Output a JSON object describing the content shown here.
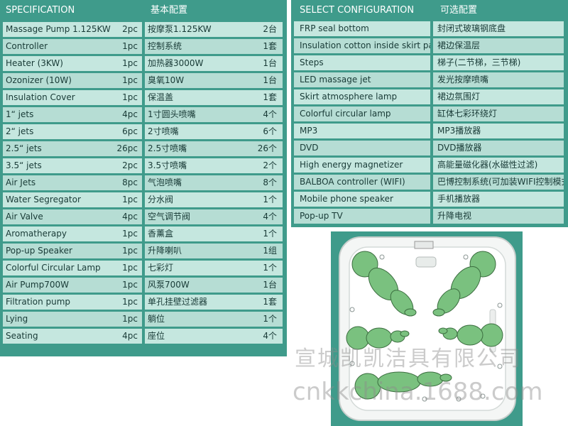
{
  "spec": {
    "header_en": "SPECIFICATION",
    "header_cn": "基本配置",
    "rows": [
      {
        "name": "Massage Pump 1.125KW",
        "qty": "2pc",
        "cn": "按摩泵1.125KW",
        "cn_qty": "2台"
      },
      {
        "name": "Controller",
        "qty": "1pc",
        "cn": "控制系统",
        "cn_qty": "1套"
      },
      {
        "name": "Heater (3KW)",
        "qty": "1pc",
        "cn": "加热器3000W",
        "cn_qty": "1台"
      },
      {
        "name": "Ozonizer (10W)",
        "qty": "1pc",
        "cn": "臭氧10W",
        "cn_qty": "1台"
      },
      {
        "name": "Insulation Cover",
        "qty": "1pc",
        "cn": "保温盖",
        "cn_qty": "1套"
      },
      {
        "name": "1“ jets",
        "qty": "4pc",
        "cn": "1寸圆头喷嘴",
        "cn_qty": "4个"
      },
      {
        "name": "2“ jets",
        "qty": "6pc",
        "cn": "2寸喷嘴",
        "cn_qty": "6个"
      },
      {
        "name": "2.5“ jets",
        "qty": "26pc",
        "cn": "2.5寸喷嘴",
        "cn_qty": "26个"
      },
      {
        "name": "3.5“ jets",
        "qty": "2pc",
        "cn": "3.5寸喷嘴",
        "cn_qty": "2个"
      },
      {
        "name": "Air Jets",
        "qty": "8pc",
        "cn": "气泡喷嘴",
        "cn_qty": "8个"
      },
      {
        "name": "Water Segregator",
        "qty": "1pc",
        "cn": "分水阀",
        "cn_qty": "1个"
      },
      {
        "name": "Air Valve",
        "qty": "4pc",
        "cn": "空气调节阀",
        "cn_qty": "4个"
      },
      {
        "name": "Aromatherapy",
        "qty": "1pc",
        "cn": "香薰盒",
        "cn_qty": "1个"
      },
      {
        "name": "Pop-up Speaker",
        "qty": "1pc",
        "cn": "升降喇叭",
        "cn_qty": "1组"
      },
      {
        "name": "Colorful Circular Lamp",
        "qty": "1pc",
        "cn": "七彩灯",
        "cn_qty": "1个"
      },
      {
        "name": "Air Pump700W",
        "qty": "1pc",
        "cn": "风泵700W",
        "cn_qty": "1台"
      },
      {
        "name": "Filtration pump",
        "qty": "1pc",
        "cn": "单孔挂壁过滤器",
        "cn_qty": "1套"
      },
      {
        "name": "Lying",
        "qty": "1pc",
        "cn": "躺位",
        "cn_qty": "1个"
      },
      {
        "name": "Seating",
        "qty": "4pc",
        "cn": "座位",
        "cn_qty": "4个"
      }
    ]
  },
  "config": {
    "header_en": "SELECT CONFIGURATION",
    "header_cn": "可选配置",
    "rows": [
      {
        "en": "FRP seal bottom",
        "cn": "封闭式玻璃钢底盘"
      },
      {
        "en": "Insulation cotton inside skirt panel",
        "cn": "裙边保温层"
      },
      {
        "en": "Steps",
        "cn": "梯子(二节梯，三节梯)"
      },
      {
        "en": "LED  massage jet",
        "cn": "发光按摩喷嘴"
      },
      {
        "en": "Skirt atmosphere lamp",
        "cn": "裙边氛围灯"
      },
      {
        "en": "Colorful circular lamp",
        "cn": "缸体七彩环绕灯"
      },
      {
        "en": "MP3",
        "cn": "MP3播放器"
      },
      {
        "en": "DVD",
        "cn": "DVD播放器"
      },
      {
        "en": "High energy magnetizer",
        "cn": "高能量磁化器(水磁性过滤)"
      },
      {
        "en": "BALBOA controller (WIFI)",
        "cn": "巴博控制系统(可加装WIFI控制模式)"
      },
      {
        "en": "Mobile phone speaker",
        "cn": "手机播放器"
      },
      {
        "en": "Pop-up TV",
        "cn": "升降电视"
      }
    ]
  },
  "watermark": {
    "company": "宣城凯凯洁具有限公司",
    "url": "cnkkchina.1688.com"
  },
  "colors": {
    "panel": "#3f9b8b",
    "cell_light": "#c5e7df",
    "seat": "#7ac17f"
  }
}
